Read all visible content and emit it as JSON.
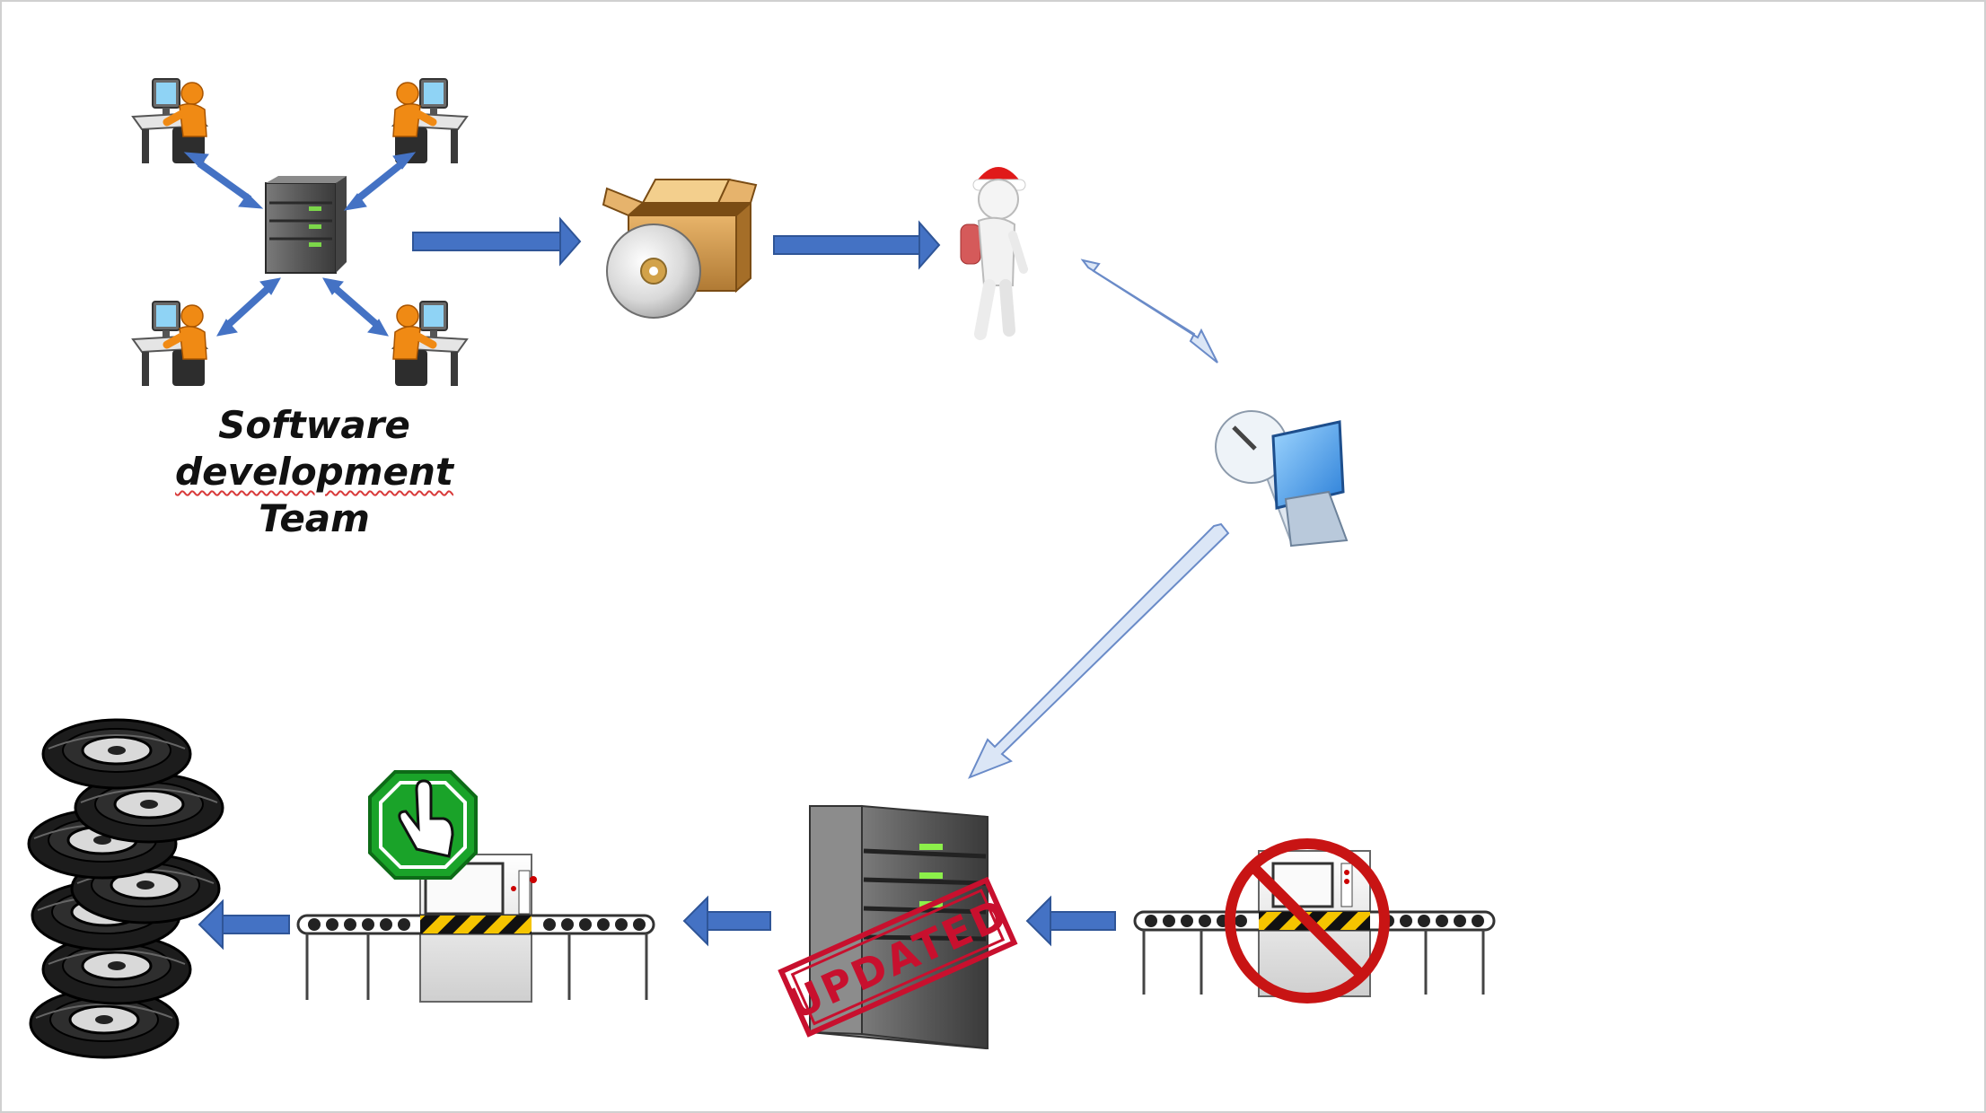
{
  "caption": {
    "line1_a": "Software",
    "line1_b": "development",
    "line2": "Team"
  },
  "stamp": {
    "text": "UPDATED"
  },
  "colors": {
    "arrow_blue": "#4472c4",
    "arrow_outline": "#6a8bc8",
    "arrow_light": "#dbe6f6",
    "person_orange": "#f08a14",
    "server_dark": "#5c5c5c",
    "stamp_red": "#c8102e",
    "no_sign_red": "#c81414",
    "go_sign_green": "#1aa329",
    "box_brown": "#c8924a",
    "monitor_blue": "#3d9be9"
  },
  "icons": [
    "developer-icon",
    "team-server-icon",
    "software-package-icon",
    "courier-person-icon",
    "computer-workstation-icon",
    "updated-server-icon",
    "production-line-blocked-icon",
    "production-line-go-icon",
    "tire-stack-icon"
  ]
}
